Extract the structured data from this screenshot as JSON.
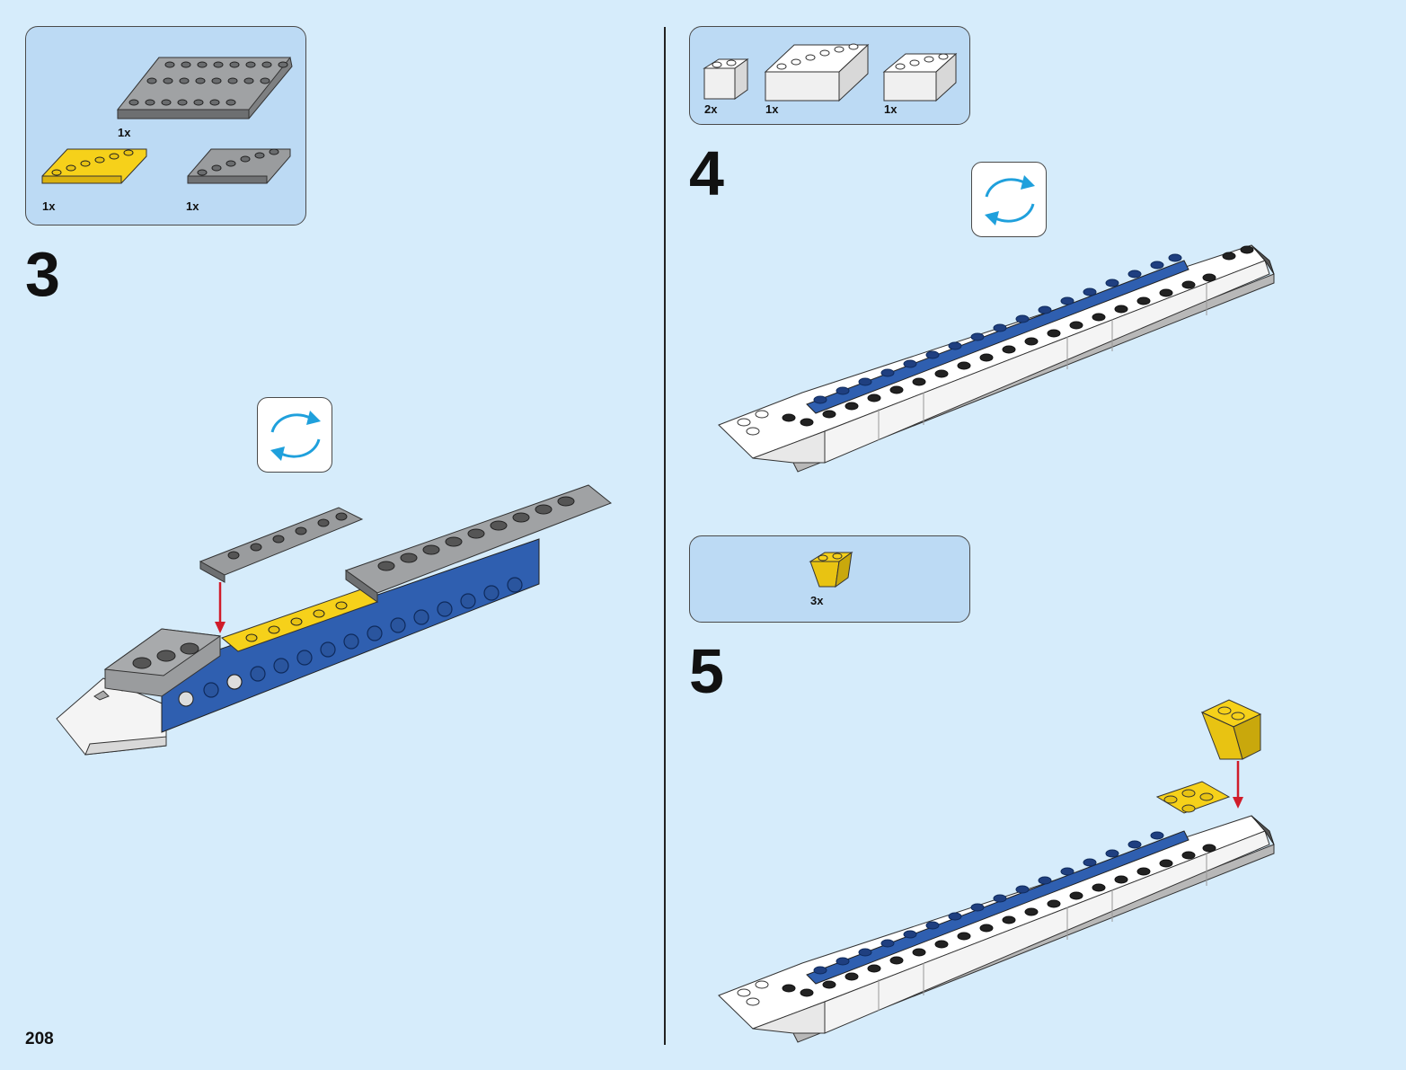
{
  "page_number": "208",
  "steps": [
    {
      "number": "3",
      "parts": [
        {
          "qty": "1x",
          "color": "#8a8c8e"
        },
        {
          "qty": "1x",
          "color": "#f6d11a"
        },
        {
          "qty": "1x",
          "color": "#8a8c8e"
        }
      ]
    },
    {
      "number": "4",
      "parts": [
        {
          "qty": "2x",
          "color": "#ffffff"
        },
        {
          "qty": "1x",
          "color": "#ffffff"
        },
        {
          "qty": "1x",
          "color": "#ffffff"
        }
      ]
    },
    {
      "number": "5",
      "parts": [
        {
          "qty": "3x",
          "color": "#f6d11a"
        }
      ]
    }
  ],
  "colors": {
    "background": "#d6ecfb",
    "parts_box": "#bcdaf4",
    "rotate_arrow": "#1fa0dc",
    "insert_arrow": "#d01c2a",
    "brick_blue": "#2f5fb0",
    "brick_grey": "#8a8c8e",
    "brick_yellow": "#f6d11a",
    "brick_white": "#ffffff"
  },
  "icons": [
    "rotate-model-icon",
    "insert-arrow-icon"
  ]
}
